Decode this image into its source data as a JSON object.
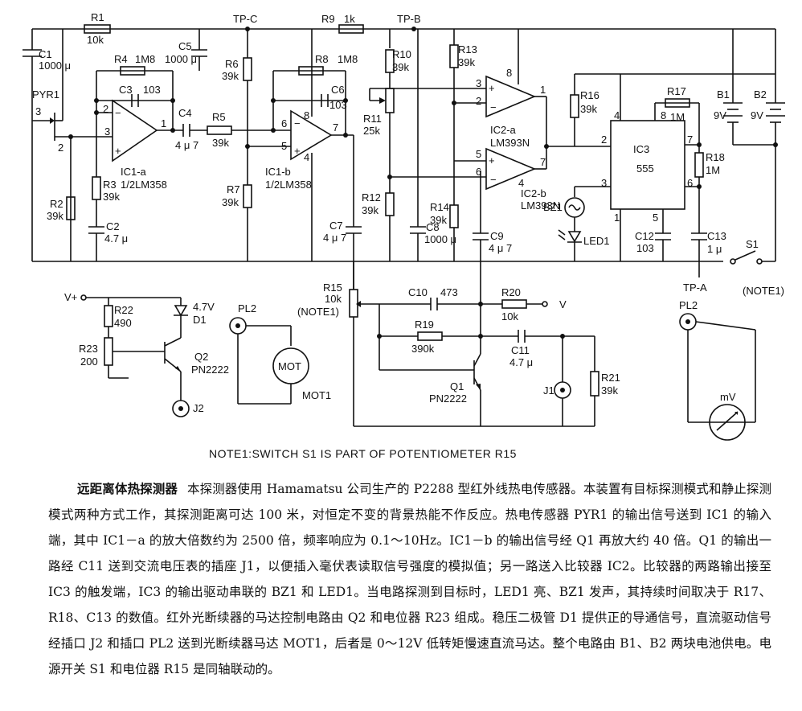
{
  "labels": {
    "R1": "R1",
    "R1v": "10k",
    "C1": "C1",
    "C1v": "1000 μ",
    "PYR1": "PYR1",
    "pin3": "3",
    "pin2": "2",
    "R2": "R2",
    "R2v": "39k",
    "R3": "R3",
    "R3v": "39k",
    "C2": "C2",
    "C2v": "4.7 μ",
    "R4": "R4",
    "R4v": "1M8",
    "C3": "C3",
    "C3v": "103",
    "C5": "C5",
    "C5v": "1000 μ",
    "IC1a": "IC1-a",
    "IC1a_part": "1/2LM358",
    "C4": "C4",
    "C4v": "4 μ 7",
    "R5": "R5",
    "R5v": "39k",
    "TPC": "TP-C",
    "R6": "R6",
    "R6v": "39k",
    "R7": "R7",
    "R7v": "39k",
    "R8": "R8",
    "R8v": "1M8",
    "C6": "C6",
    "C6v": "103",
    "IC1b": "IC1-b",
    "IC1b_part": "1/2LM358",
    "R9": "R9",
    "R9v": "1k",
    "TPB": "TP-B",
    "R10": "R10",
    "R10v": "39k",
    "R11": "R11",
    "R11v": "25k",
    "R12": "R12",
    "R12v": "39k",
    "C7": "C7",
    "C7v": "4 μ 7",
    "R13": "R13",
    "R13v": "39k",
    "R14": "R14",
    "R14v": "39k",
    "C8": "C8",
    "C8v": "1000 μ",
    "C9": "C9",
    "C9v": "4 μ 7",
    "IC2a": "IC2-a",
    "IC2a_part": "LM393N",
    "IC2b": "IC2-b",
    "IC2b_part": "LM393N",
    "R16": "R16",
    "R16v": "39k",
    "R17": "R17",
    "R17v": "1M",
    "IC3": "IC3",
    "IC3_part": "555",
    "R18": "R18",
    "R18v": "1M",
    "C12": "C12",
    "C12v": "103",
    "C13": "C13",
    "C13v": "1 μ",
    "BZ1": "BZ1",
    "LED1": "LED1",
    "B1": "B1",
    "B1v": "9V",
    "B2": "B2",
    "B2v": "9V",
    "S1": "S1",
    "NOTE1": "(NOTE1)",
    "TPA": "TP-A",
    "R15": "R15",
    "R15v": "10k",
    "C10": "C10",
    "C10v": "473",
    "R20": "R20",
    "R20v": "10k",
    "V": "V",
    "R19": "R19",
    "R19v": "390k",
    "C11": "C11",
    "C11v": "4.7 μ",
    "Q1": "Q1",
    "Q1_part": "PN2222",
    "J1": "J1",
    "R21": "R21",
    "R21v": "39k",
    "PL2": "PL2",
    "mV": "mV",
    "Vplus": "V+",
    "R22": "R22",
    "R22v": "490",
    "R23": "R23",
    "R23v": "200",
    "D1": "D1",
    "D1v": "4.7V",
    "Q2": "Q2",
    "Q2_part": "PN2222",
    "J2": "J2",
    "MOT": "MOT",
    "MOT1": "MOT1"
  },
  "note": "NOTE1:SWITCH S1 IS PART OF POTENTIOMETER R15",
  "description": {
    "title": "远距离体热探测器",
    "body": "本探测器使用 Hamamatsu 公司生产的 P2288 型红外线热电传感器。本装置有目标探测模式和静止探测模式两种方式工作，其探测距离可达 100 米，对恒定不变的背景热能不作反应。热电传感器 PYR1 的输出信号送到 IC1 的输入端，其中 IC1－a 的放大倍数约为 2500 倍，频率响应为 0.1～10Hz。IC1－b 的输出信号经 Q1 再放大约 40 倍。Q1 的输出一路经 C11 送到交流电压表的插座 J1，以便插入毫伏表读取信号强度的模拟值；另一路送入比较器 IC2。比较器的两路输出接至 IC3 的触发端，IC3 的输出驱动串联的 BZ1 和 LED1。当电路探测到目标时，LED1 亮、BZ1 发声，其持续时间取决于 R17、R18、C13 的数值。红外光断续器的马达控制电路由 Q2 和电位器 R23 组成。稳压二极管 D1 提供正的导通信号，直流驱动信号经插口 J2 和插口 PL2 送到光断续器马达 MOT1，后者是 0～12V 低转矩慢速直流马达。整个电路由 B1、B2 两块电池供电。电源开关 S1 和电位器 R15 是同轴联动的。"
  }
}
